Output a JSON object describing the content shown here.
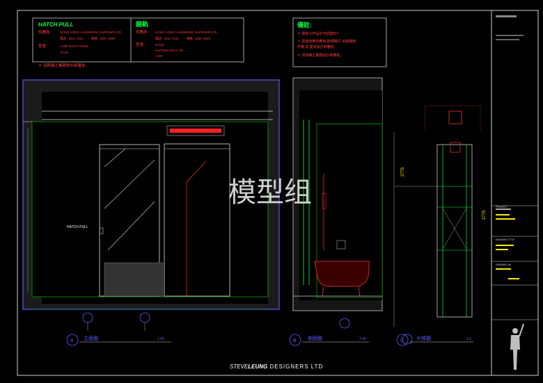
{
  "hatch_pull": {
    "title": "HATCH PULL",
    "supplier_label": "供應商 :",
    "supplier_name": "HONG KONG HARDWARE SUPPLIER LTD",
    "phone": "電話 : 2511 7641",
    "fax": "傳真 : 2507 3259",
    "model_label": "型號 :",
    "model_value": "LAMP SUGATSUNE",
    "model_code": "ST-80"
  },
  "track": {
    "title": "趟軌",
    "supplier_label": "供應商 :",
    "supplier_name": "HONG KONG HARDWARE SUPPLIER LTD",
    "phone": "電話 : 2511 7641",
    "fax": "傳真 : 2507 3259",
    "model_label": "型號 :",
    "model_value": "DAGE",
    "model_desc": "SISTEMA ROLL-GE",
    "model_code": "1400"
  },
  "left_note": "＊ 須與廠之業務設計師審批。",
  "remarks": {
    "title": "備註:",
    "items": [
      "＊ 層板只作設計可調塑料?",
      "＊ 承建商應供應板,按規格尺,安裝細節,",
      "   所實,高,厘米設計師審批.",
      "＊ 須與廠之業務設計師審批。"
    ]
  },
  "drawing_labels": {
    "hatch_pull_tag": "HATCH PULL",
    "front_title": "立面圖",
    "front_scale": "1:40",
    "side_title": "側面圖",
    "side_scale": "1:40",
    "detail_title": "大樣圖",
    "detail_scale": "1:2",
    "sec_a": "A",
    "sec_b": "B",
    "sec_c": "C",
    "dim1": "2775",
    "dim2": "2775"
  },
  "watermark": "模型组",
  "footer": {
    "brand_a": "STEVE",
    "brand_b": "LEUNG",
    "brand_c": " DESIGNERS LTD"
  },
  "title_block": {
    "project_label": "PROJECT",
    "drawing_title_label": "DRAWING TITLE",
    "drawing_no_label": "DRAWING No."
  }
}
